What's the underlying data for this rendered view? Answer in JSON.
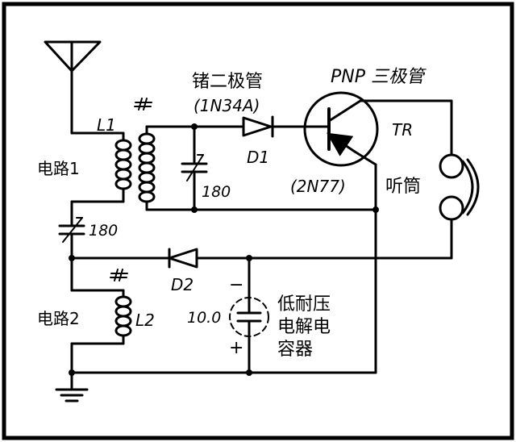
{
  "labels": {
    "germanium_diode_title": "锗二极管",
    "diode1_part": "(1N34A)",
    "diode1_ref": "D1",
    "transistor_title": "PNP 三极管",
    "transistor_part": "(2N77)",
    "transistor_ref": "TR",
    "earphone": "听筒",
    "coil1_ref": "L1",
    "coil2_ref": "L2",
    "circuit1": "电路1",
    "circuit2": "电路2",
    "cap_tuning1_value": "180",
    "cap_tuning2_value": "180",
    "diode2_ref": "D2",
    "electrolytic_value": "10.0",
    "electrolytic_desc": [
      "低耐压",
      "电解电",
      "容器"
    ],
    "polarity_minus": "−",
    "polarity_plus": "+"
  },
  "colors": {
    "ink": "#000000",
    "background": "#ffffff"
  }
}
